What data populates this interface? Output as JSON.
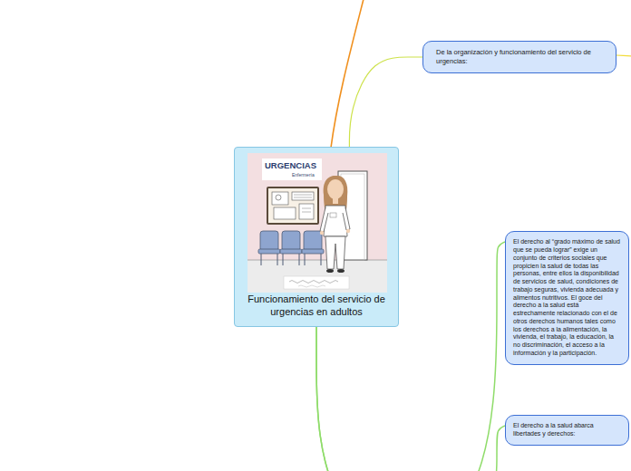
{
  "diagram": {
    "nodes": [
      {
        "text": [
          "Funcionamiento del servicio de urgencias en adultos"
        ]
      },
      {
        "text": [
          "De la organización y funcionamiento del servicio de urgencias:"
        ]
      },
      {
        "text": [
          "El derecho al “grado máximo de salud que se pueda lograr” exige un conjunto de criterios sociales que propicien la salud de todas las personas, entre ellos la disponibilidad de servicios de salud, condiciones de trabajo seguras, vivienda adecuada y alimentos nutritivos. El goce del derecho a la salud está estrechamente relacionado con el de otros derechos humanos tales como los derechos a la alimentación, la vivienda, el trabajo, la educación, la no discriminación, el acceso a la información y la participación."
        ]
      },
      {
        "text": [
          "El derecho a la salud abarca libertades y derechos:"
        ]
      }
    ],
    "edges": [
      {
        "from": 0,
        "to": 1,
        "arrow": "none"
      },
      {
        "from": 0,
        "to": 2,
        "arrow": "none"
      },
      {
        "from": 0,
        "to": 3,
        "arrow": "none"
      }
    ],
    "labels": [
      "URGENCIAS",
      "Enfermería"
    ]
  }
}
